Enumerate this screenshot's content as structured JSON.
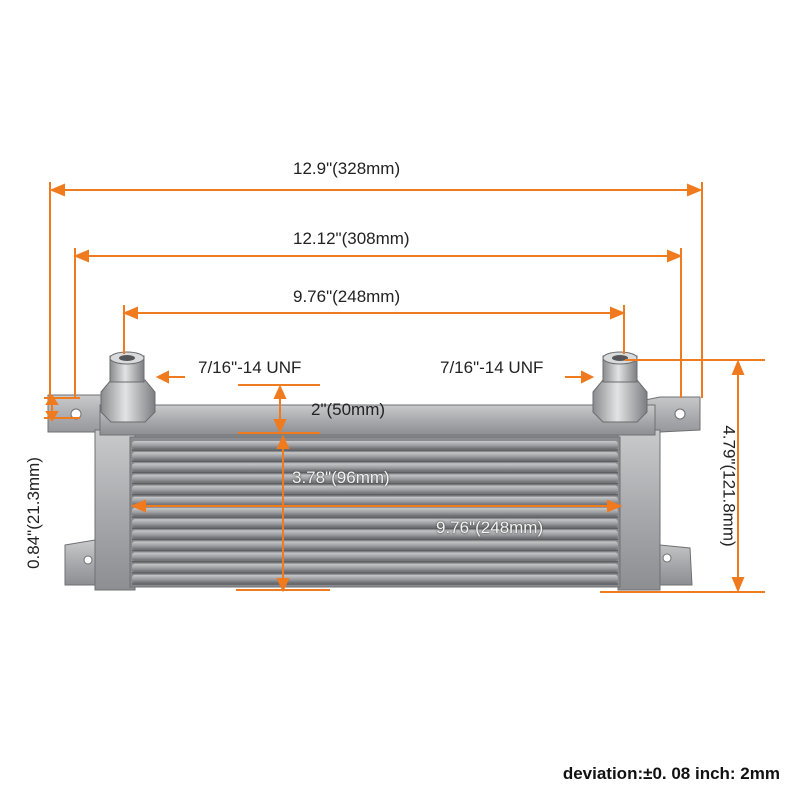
{
  "colors": {
    "dimension_line": "#f07a1e",
    "body": "#a9aaad",
    "body_dark": "#7e7f82",
    "body_light": "#cfd0d2",
    "fin_shadow": "#5e5f62"
  },
  "dimensions": {
    "overall_width": "12.9\"(328mm)",
    "mounting_hole_span": "12.12\"(308mm)",
    "fitting_span": "9.76\"(248mm)",
    "thread_left": "7/16\"-14 UNF",
    "thread_right": "7/16\"-14 UNF",
    "header_height": "2\"(50mm)",
    "core_height": "3.78\"(96mm)",
    "core_width": "9.76\"(248mm)",
    "bracket_height": "0.84\"(21.3mm)",
    "overall_height": "4.79\"(121.8mm)"
  },
  "footer": {
    "deviation": "deviation:±0. 08 inch: 2mm"
  },
  "icons": [
    "left-fitting-icon",
    "right-fitting-icon",
    "oil-cooler-icon"
  ]
}
